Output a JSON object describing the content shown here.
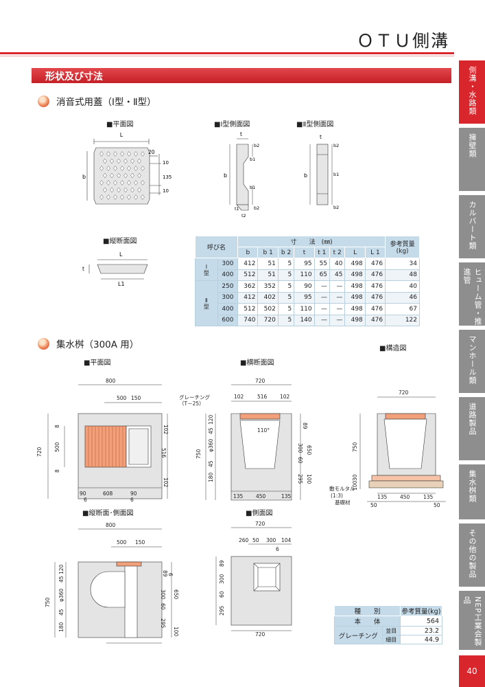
{
  "page": {
    "title": "ＯＴＵ側溝",
    "number": "40"
  },
  "section": {
    "title": "形状及び寸法"
  },
  "subsection1": {
    "title": "消音式用蓋（Ⅰ型・Ⅱ型）",
    "plan_label": "■平面図",
    "type1_label": "■Ⅰ型側面図",
    "type2_label": "■Ⅱ型側面図",
    "long_label": "■縦断面図",
    "dims": {
      "L": "L",
      "b": "b",
      "n20": "20",
      "n10a": "10",
      "n135": "135",
      "n10b": "10",
      "t": "t",
      "b2": "b2",
      "b1": "b1",
      "t1": "t1",
      "t2": "t2",
      "L1": "L1"
    }
  },
  "spec_table": {
    "h_name": "呼び名",
    "h_dim": "寸　　法　(㎜)",
    "h_weight": "参考質量",
    "h_weight_unit": "(kg)",
    "cols": [
      "b",
      "b 1",
      "b 2",
      "t",
      "t 1",
      "t 2",
      "L",
      "L 1"
    ],
    "group1": "Ⅰ型",
    "group2": "Ⅱ型",
    "rows": [
      [
        "300",
        "412",
        "51",
        "5",
        "95",
        "55",
        "40",
        "498",
        "476",
        "34"
      ],
      [
        "400",
        "512",
        "51",
        "5",
        "110",
        "65",
        "45",
        "498",
        "476",
        "48"
      ],
      [
        "250",
        "362",
        "352",
        "5",
        "90",
        "—",
        "—",
        "498",
        "476",
        "40"
      ],
      [
        "300",
        "412",
        "402",
        "5",
        "95",
        "—",
        "—",
        "498",
        "476",
        "46"
      ],
      [
        "400",
        "512",
        "502",
        "5",
        "110",
        "—",
        "—",
        "498",
        "476",
        "67"
      ],
      [
        "600",
        "740",
        "720",
        "5",
        "140",
        "—",
        "—",
        "498",
        "476",
        "122"
      ]
    ]
  },
  "subsection2": {
    "title": "集水桝（300A 用）",
    "struct_label": "■構造図",
    "plan_label": "■平面図",
    "cross_label": "■横断面図",
    "long_side_label": "■縦断面･側面図",
    "side_label": "■側面図",
    "grating_label": "グレーチング",
    "grating_sub": "（T－25）",
    "angle": "110°",
    "mortar": "敷モルタル",
    "mortar_ratio": "(1:3)",
    "base": "基礎材"
  },
  "weight_table": {
    "h_kind": "種　　別",
    "h_weight": "参考質量(kg)",
    "body_label": "本　　体",
    "body_value": "564",
    "grating_label": "グレーチング",
    "coarse_label": "並目",
    "coarse_value": "23.2",
    "fine_label": "細目",
    "fine_value": "44.9"
  },
  "sidebar": {
    "tabs": [
      "側溝・水路類",
      "擁壁類",
      "カルバート類",
      "ヒューム管・推進管",
      "マンホール類",
      "道路製品",
      "集水桝類",
      "その他の製品",
      "NEP工業会製品"
    ]
  },
  "colors": {
    "accent": "#d9262d",
    "tab_gray": "#8e8e8e",
    "table_head": "#c6dbe9",
    "grating": "#f2a07a",
    "concrete": "#e4e4e4"
  }
}
